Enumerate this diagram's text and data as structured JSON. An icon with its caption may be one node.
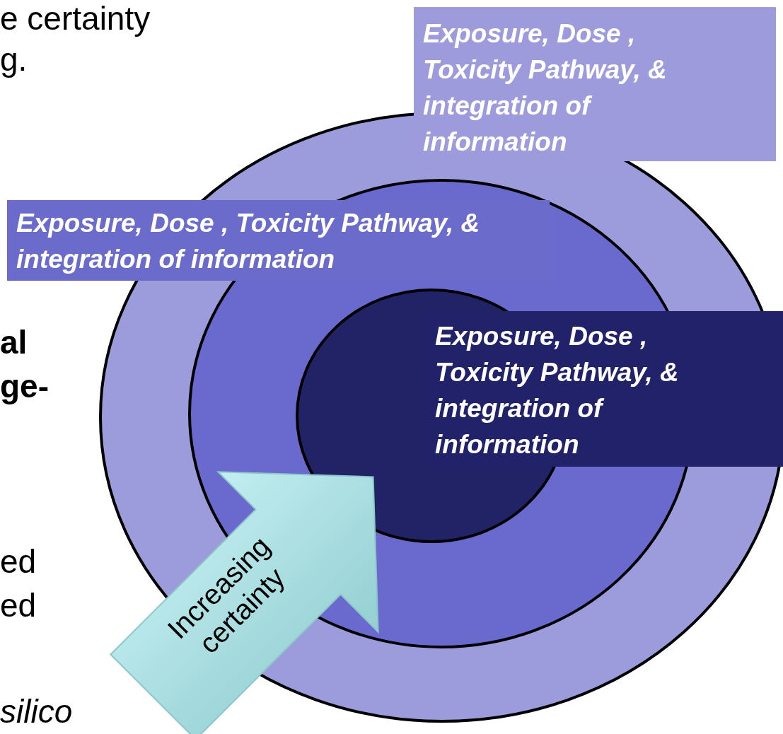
{
  "diagram": {
    "nodes": [
      {
        "text": [
          "Exposure, Dose , Toxicity Pathway, & integration of information"
        ]
      },
      {
        "text": [
          "Exposure, Dose , Toxicity Pathway, & integration of information"
        ]
      },
      {
        "text": [
          "Exposure, Dose , Toxicity Pathway, & integration of information"
        ]
      },
      {
        "text": [
          "Increasing certainty"
        ]
      }
    ],
    "labels": [
      "e certainty",
      "g.",
      "al",
      "ge-",
      "ed",
      "ed",
      "silico"
    ]
  }
}
